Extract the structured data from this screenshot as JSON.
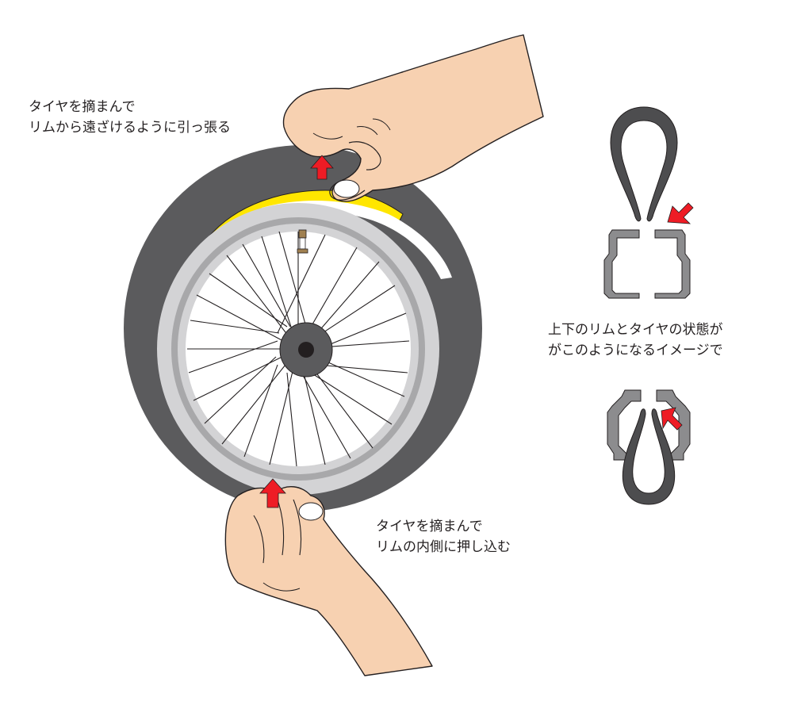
{
  "labels": {
    "top": {
      "line1": "タイヤを摘まんで",
      "line2": "リムから遠ざけるように引っ張る"
    },
    "bottom": {
      "line1": "タイヤを摘まんで",
      "line2": "リムの内側に押し込む"
    },
    "right": {
      "line1": "上下のリムとタイヤの状態が",
      "line2": "がこのようになるイメージで"
    }
  },
  "colors": {
    "tire": "#5b5b5d",
    "rim_light": "#d3d3d5",
    "rim_dark": "#a8a8aa",
    "tube": "#ffe600",
    "hub": "#5b5b5d",
    "hub_center": "#231f20",
    "skin": "#f7d1b1",
    "outline": "#231f20",
    "arrow": "#ee1c25",
    "section_rim": "#8c8c8e",
    "section_tire": "#4d4d4f"
  },
  "icons": [
    "hand-icon",
    "arrow-up-icon",
    "arrow-diagonal-icon",
    "valve-icon"
  ]
}
